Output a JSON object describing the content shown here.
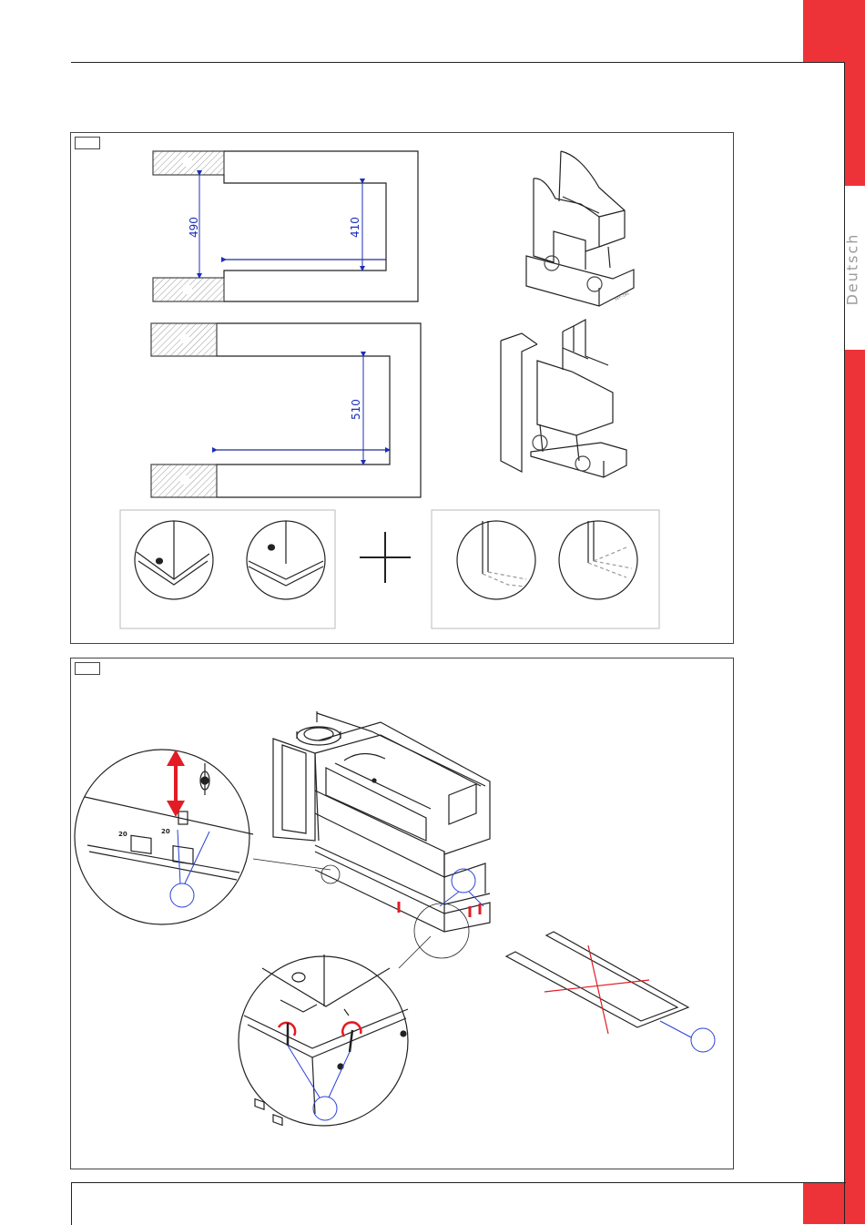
{
  "sidebar": {
    "language_label": "Deutsch",
    "accent_color": "#ee3338"
  },
  "figure1": {
    "dimensions": {
      "depth_outer": "490",
      "depth_inner": "410",
      "depth_corner": "510"
    },
    "dimension_color": "#1c2fb8"
  },
  "figure2": {
    "plate_markings": [
      "20",
      "20"
    ],
    "callout_color": "#2a40d8",
    "warning_color": "#e31b23"
  }
}
